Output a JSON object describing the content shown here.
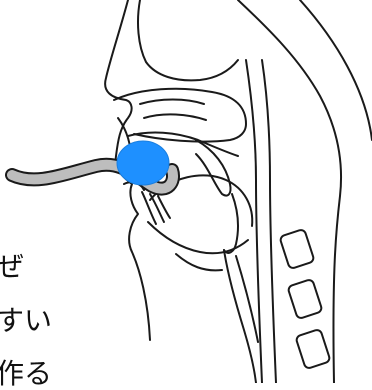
{
  "colors": {
    "line": "#1a1a1a",
    "tube_fill": "#bdbdbd",
    "bolus_fill": "#1e90ff",
    "background": "#ffffff"
  },
  "texts": {
    "line1": "ぜ",
    "line2": "すい",
    "line3": "作る"
  }
}
